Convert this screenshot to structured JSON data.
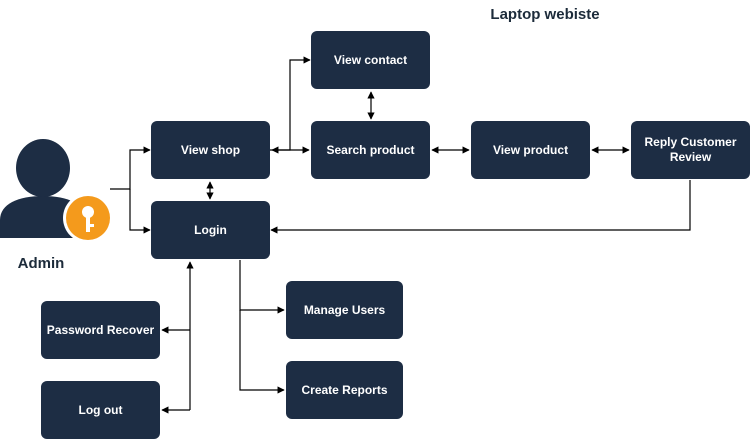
{
  "title": "Laptop webiste",
  "actor": {
    "label": "Admin"
  },
  "nodes": {
    "view_contact": "View contact",
    "view_shop": "View shop",
    "search_product": "Search product",
    "view_product": "View product",
    "reply_customer_review": "Reply Customer Review",
    "login": "Login",
    "manage_users": "Manage Users",
    "create_reports": "Create Reports",
    "password_recover": "Password Recover",
    "log_out": "Log out"
  },
  "colors": {
    "node_fill": "#1d2d44",
    "node_text": "#ffffff",
    "key_badge": "#f49a1c",
    "edge": "#000000"
  },
  "edges": [
    {
      "from": "Admin",
      "to": "View shop",
      "direction": "forward"
    },
    {
      "from": "Admin",
      "to": "Login",
      "direction": "forward"
    },
    {
      "from": "View shop",
      "to": "Login",
      "direction": "both"
    },
    {
      "from": "View shop",
      "to": "View contact",
      "direction": "forward"
    },
    {
      "from": "View shop",
      "to": "Search product",
      "direction": "both"
    },
    {
      "from": "View contact",
      "to": "Search product",
      "direction": "both"
    },
    {
      "from": "Search product",
      "to": "View product",
      "direction": "both"
    },
    {
      "from": "View product",
      "to": "Reply Customer Review",
      "direction": "both"
    },
    {
      "from": "Reply Customer Review",
      "to": "Login",
      "direction": "forward"
    },
    {
      "from": "Login",
      "to": "Manage Users",
      "direction": "forward"
    },
    {
      "from": "Login",
      "to": "Create Reports",
      "direction": "forward"
    },
    {
      "from": "Login",
      "to": "Password Recover",
      "direction": "forward"
    },
    {
      "from": "Login",
      "to": "Log out",
      "direction": "forward"
    }
  ]
}
